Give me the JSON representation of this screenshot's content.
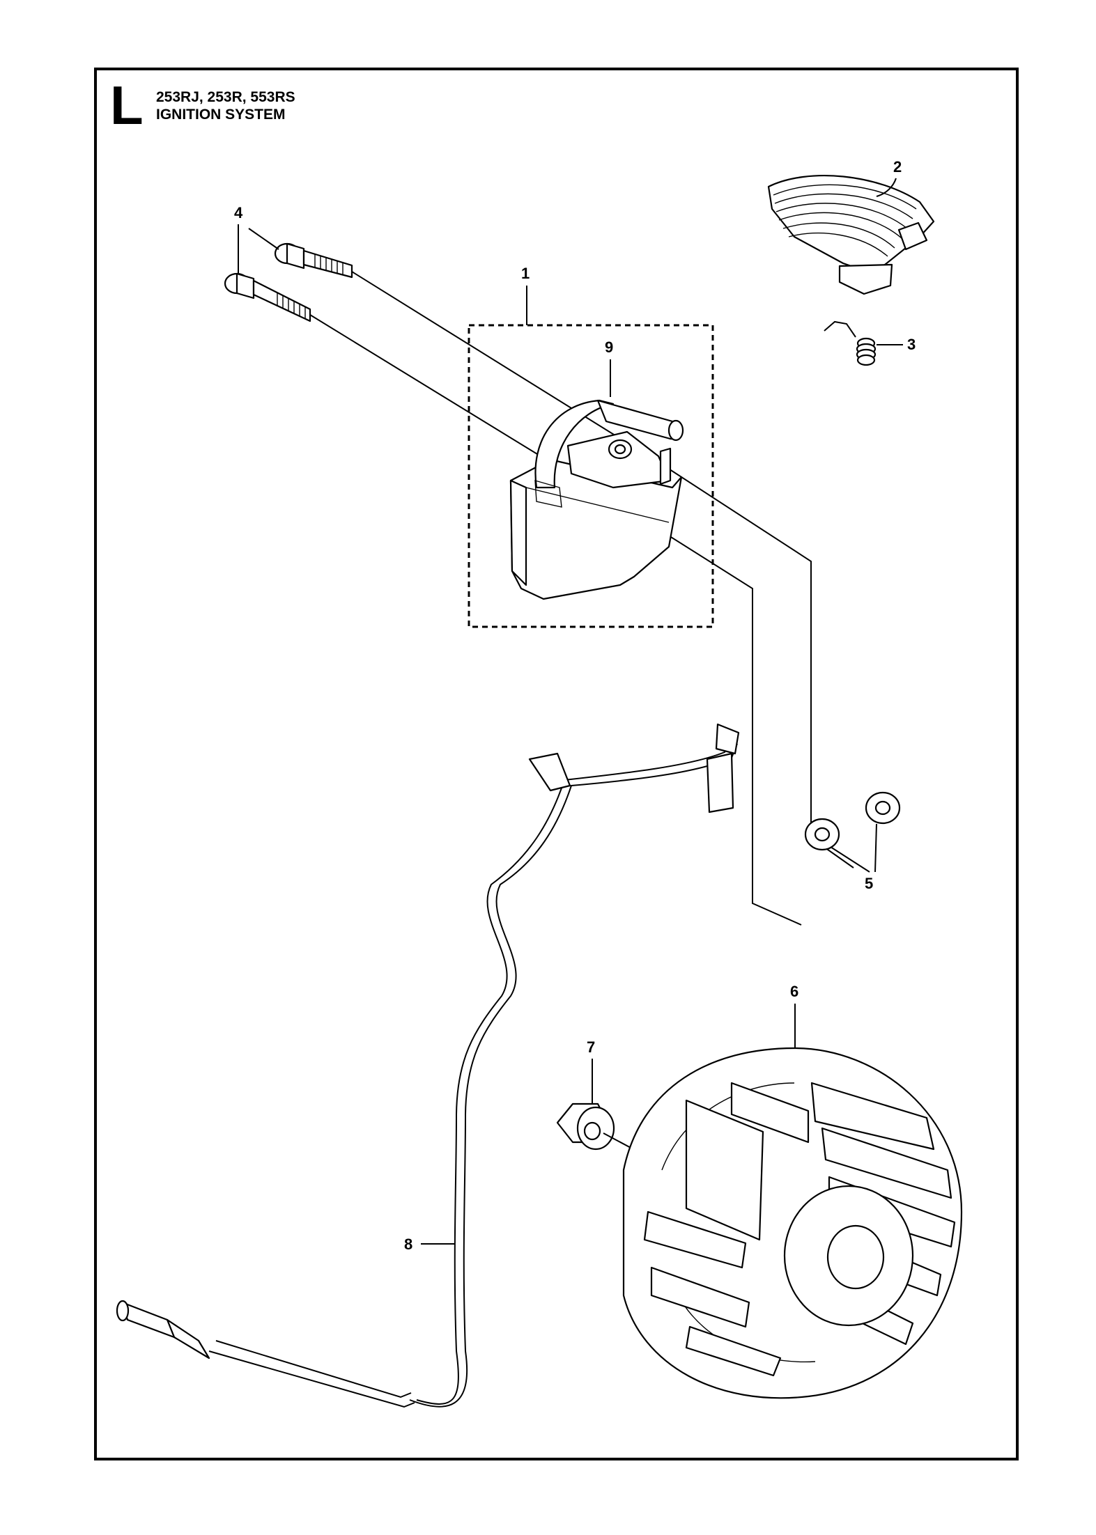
{
  "header": {
    "section_letter": "L",
    "models": "253RJ, 253R, 553RS",
    "title": "IGNITION SYSTEM"
  },
  "callouts": {
    "c1": "1",
    "c2": "2",
    "c3": "3",
    "c4": "4",
    "c5": "5",
    "c6": "6",
    "c7": "7",
    "c8": "8",
    "c9": "9"
  }
}
